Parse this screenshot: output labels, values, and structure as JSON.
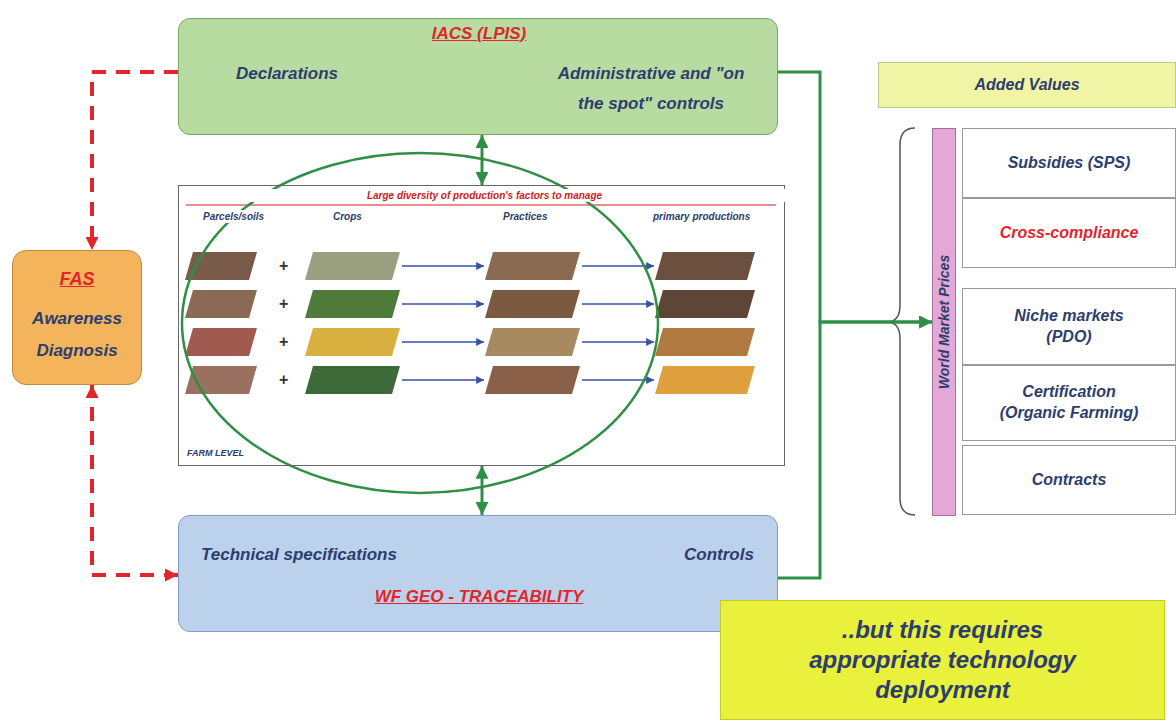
{
  "diagram": {
    "nodes": [
      {
        "text": [
          "IACS (LPIS)",
          "Declarations",
          "Administrative and \"on the spot\" controls"
        ]
      },
      {
        "text": [
          "Added Values"
        ]
      },
      {
        "text": [
          "World Market Prices"
        ]
      },
      {
        "text": [
          "Subsidies (SPS)"
        ]
      },
      {
        "text": [
          "Cross-compliance"
        ]
      },
      {
        "text": [
          "Niche markets (PDO)"
        ]
      },
      {
        "text": [
          "Certification (Organic Farming)"
        ]
      },
      {
        "text": [
          "Contracts"
        ]
      },
      {
        "text": [
          "FAS",
          "Awareness Diagnosis"
        ]
      },
      {
        "text": [
          "Large diversity of production's factors to manage",
          "Parcels/soils",
          "Crops",
          "Practices",
          "primary productions",
          "FARM LEVEL"
        ]
      },
      {
        "text": [
          "Technical specifications",
          "Controls",
          "WF GEO - TRACEABILITY"
        ]
      },
      {
        "text": [
          "..but this requires appropriate technology deployment"
        ]
      }
    ],
    "edges": [
      {
        "from": 0,
        "to": 9,
        "arrow": "both"
      },
      {
        "from": 9,
        "to": 10,
        "arrow": "both"
      },
      {
        "from": 0,
        "to": 2,
        "arrow": "to"
      },
      {
        "from": 10,
        "to": 2,
        "arrow": "to"
      },
      {
        "from": 0,
        "to": 8,
        "arrow": "to"
      },
      {
        "from": 10,
        "to": 8,
        "arrow": "both"
      }
    ],
    "labels": [
      "+",
      "+",
      "+",
      "+"
    ]
  }
}
